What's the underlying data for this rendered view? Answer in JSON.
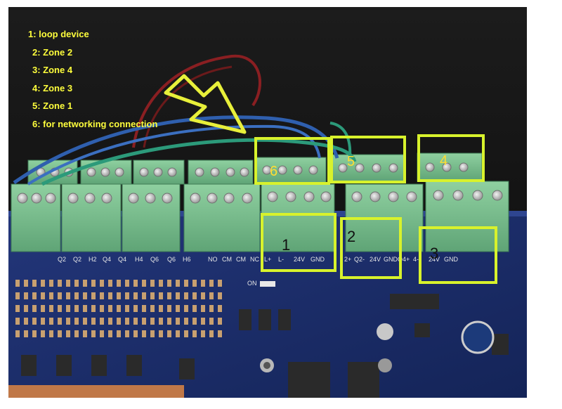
{
  "legend": [
    {
      "number": "1",
      "label": "1:  loop device"
    },
    {
      "number": "2",
      "label": "2: Zone 2"
    },
    {
      "number": "3",
      "label": "3: Zone 4"
    },
    {
      "number": "4",
      "label": "4: Zone 3"
    },
    {
      "number": "5",
      "label": "5: Zone 1"
    },
    {
      "number": "6",
      "label": "6: for networking connection"
    }
  ],
  "callouts": {
    "c1": "1",
    "c2": "2",
    "c3": "3",
    "c4": "4",
    "c5": "5",
    "c6": "6"
  },
  "pcb_labels": {
    "outputs": [
      "Q2",
      "Q2",
      "H2",
      "Q4",
      "Q4",
      "H4",
      "Q6",
      "Q6",
      "H6"
    ],
    "relay": [
      "NO",
      "CM",
      "CM",
      "NC"
    ],
    "loop": [
      "L+",
      "L-",
      "24V",
      "GND"
    ],
    "zone_a": [
      "2+",
      "Q2-",
      "24V",
      "GND"
    ],
    "zone_b": [
      "Q4+",
      "4-",
      "24V",
      "GND"
    ],
    "switch": "ON"
  },
  "colors": {
    "highlight": "#d8f22c",
    "legend_text": "#ffff3c",
    "terminal_green": "#7fc28f",
    "pcb_blue": "#1b2f6e",
    "enclosure": "#181818"
  }
}
